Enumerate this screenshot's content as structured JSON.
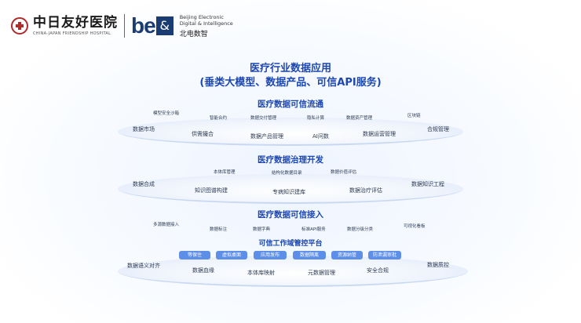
{
  "header": {
    "hospital_cn": "中日友好医院",
    "hospital_en": "CHINA-JAPAN FRIENDSHIP HOSPITAL",
    "brand_be": "be",
    "brand_mark": "&",
    "brand_en_1": "Beijing Electronic",
    "brand_en_2": "Digital & Intelligence",
    "brand_cn": "北电数智"
  },
  "title": {
    "line1": "医疗行业数据应用",
    "line2": "(垂类大模型、数据产品、可信API服务)"
  },
  "layer1": {
    "heading": "医疗数据可信流通",
    "small": [
      "模型安全沙箱",
      "智能合约",
      "数据交付管理",
      "隐私计算",
      "数据资产管理",
      "区块链"
    ],
    "main": [
      "数据市场",
      "供需撮合",
      "数据产品管理",
      "AI问数",
      "数据运营管理",
      "合规管理"
    ]
  },
  "layer2": {
    "heading": "医疗数据治理开发",
    "small": [
      "本体库管理",
      "结构化数据目录",
      "数据价值评估"
    ],
    "main": [
      "数据合成",
      "知识图谱构建",
      "专病知识建库",
      "数据治疗评估",
      "数据知识工程"
    ]
  },
  "layer3": {
    "heading": "医疗数据可信接入",
    "small": [
      "多源数据接入",
      "数据标注",
      "数据字典",
      "标准API服务",
      "数据分级分类",
      "可视化看板"
    ],
    "subheading": "可信工作域管控平台",
    "pills": [
      "等保住",
      "虚拟桌面",
      "应用发布",
      "数据隔离",
      "资源纳管",
      "防泄漏审批"
    ],
    "main": [
      "数据语义对齐",
      "数据血缘",
      "本体库映射",
      "元数据管理",
      "安全合规",
      "数据质控"
    ]
  },
  "colors": {
    "heading": "#1c47b0",
    "pill": "#5d8ee8",
    "text": "#2d3b52"
  }
}
